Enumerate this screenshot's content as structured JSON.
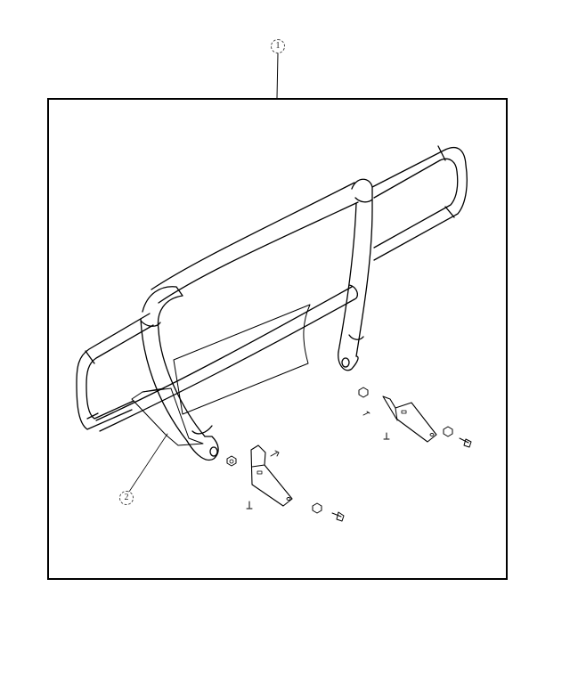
{
  "diagram": {
    "title": "Brush guard exploded parts diagram",
    "colors": {
      "line": "#000000",
      "background": "#ffffff"
    },
    "callouts": [
      {
        "label": "1",
        "target": "brush guard assembly (frame)"
      },
      {
        "label": "2",
        "target": "skid plate / lower deflector"
      }
    ],
    "components": [
      "outer tubular hoop (left and right end loops)",
      "upper curved cross tube",
      "center vertical uprights (left and right) with mounting eyes",
      "lower horizontal cross tube",
      "center deflector panel",
      "left mounting bracket with nut, bolt, and screws",
      "right mounting bracket with nut, bolt, and screws"
    ]
  }
}
